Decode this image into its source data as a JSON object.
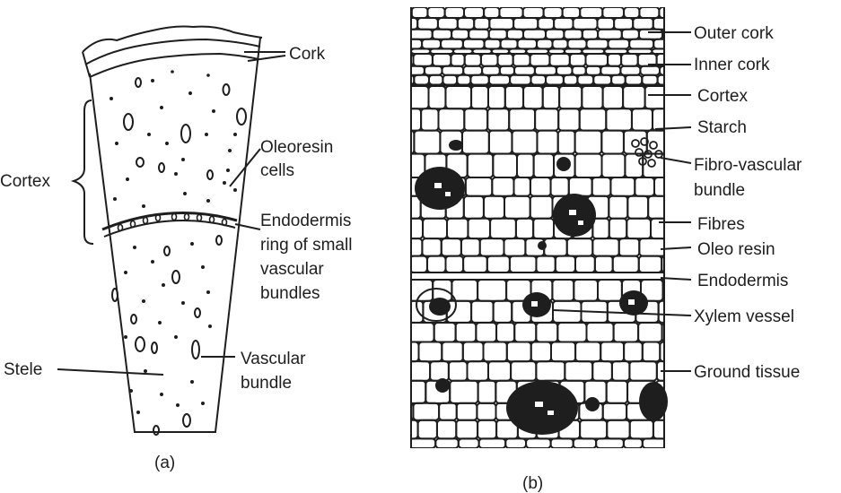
{
  "panel_a": {
    "caption": "(a)",
    "labels": {
      "cork": "Cork",
      "cortex": "Cortex",
      "oleoresin_line1": "Oleoresin",
      "oleoresin_line2": "cells",
      "endo_line1": "Endodermis",
      "endo_line2": "ring of small",
      "endo_line3": "vascular",
      "endo_line4": "bundles",
      "stele": "Stele",
      "vb_line1": "Vascular",
      "vb_line2": "bundle"
    }
  },
  "panel_b": {
    "caption": "(b)",
    "labels": {
      "outer_cork": "Outer cork",
      "inner_cork": "Inner cork",
      "cortex": "Cortex",
      "starch": "Starch",
      "fibro_line1": "Fibro-vascular",
      "fibro_line2": "bundle",
      "fibres": "Fibres",
      "oleo_resin": "Oleo resin",
      "endodermis": "Endodermis",
      "xylem": "Xylem vessel",
      "ground": "Ground tissue"
    }
  }
}
